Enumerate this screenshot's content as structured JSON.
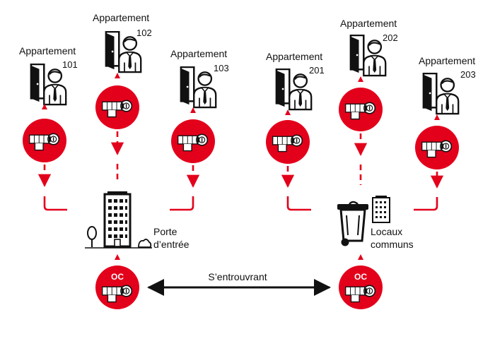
{
  "apartments": [
    {
      "title": "Appartement",
      "number": "101"
    },
    {
      "title": "Appartement",
      "number": "102"
    },
    {
      "title": "Appartement",
      "number": "103"
    },
    {
      "title": "Appartement",
      "number": "201"
    },
    {
      "title": "Appartement",
      "number": "202"
    },
    {
      "title": "Appartement",
      "number": "203"
    }
  ],
  "entrance": {
    "line1": "Porte",
    "line2": "d’entrée"
  },
  "common": {
    "line1": "Locaux",
    "line2": "communs"
  },
  "oc_label": "OC",
  "link_label": "S’entrouvrant",
  "colors": {
    "accent": "#e3001b",
    "ink": "#111111",
    "paper": "#ffffff"
  }
}
